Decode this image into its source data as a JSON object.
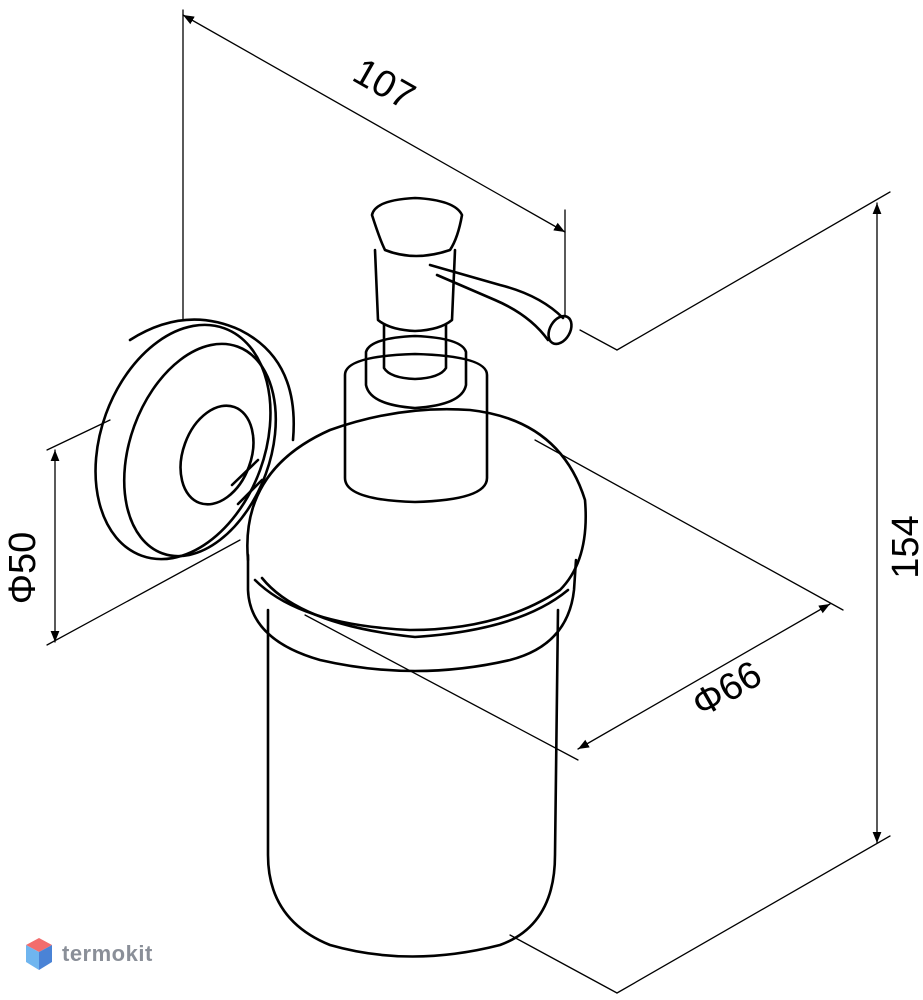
{
  "dimensions": {
    "width_label": "107",
    "height_label": "154",
    "base_diameter_label": "Φ50",
    "bottle_diameter_label": "Φ66"
  },
  "watermark": {
    "text": "termokit",
    "colors": {
      "top": "#f26d6d",
      "left": "#6fb5ef",
      "right": "#4a83d6"
    }
  }
}
